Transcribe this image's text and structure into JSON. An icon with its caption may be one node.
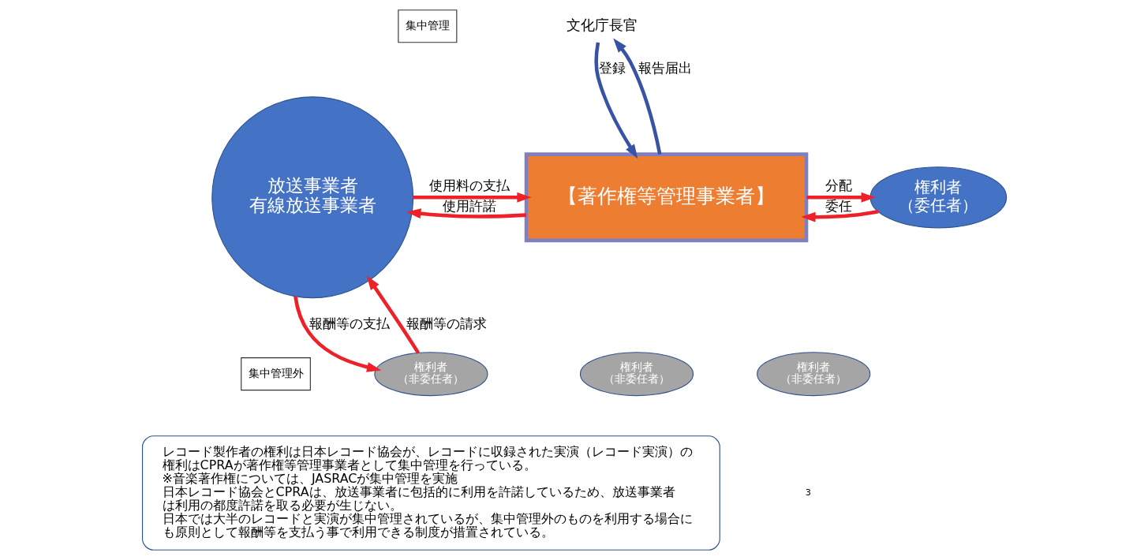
{
  "diagram": {
    "nodes": [
      {
        "text": [
          "集中管理"
        ]
      },
      {
        "text": [
          "文化庁長官"
        ]
      },
      {
        "text": [
          "【著作権等管理事業者】"
        ]
      },
      {
        "text": [
          "権利者",
          "（委任者）"
        ]
      },
      {
        "text": [
          "放送事業者",
          "有線放送事業者"
        ]
      },
      {
        "text": [
          "集中管理外"
        ]
      },
      {
        "text": [
          "権利者",
          "（非委任者）"
        ]
      },
      {
        "text": [
          "権利者",
          "（非委任者）"
        ]
      },
      {
        "text": [
          "権利者",
          "（非委任者）"
        ]
      },
      {
        "text": [
          "レコード製作者の権利は日本レコード協会が、レコードに収録された実演（レコード実演）の権利はCPRAが著作権等管理事業者として集中管理を行っている。",
          "※音楽著作権については、JASRACが集中管理を実施",
          "日本レコード協会とCPRAは、放送事業者に包括的に利用を許諾しているため、放送事業者は利用の都度許諾を取る必要が生じない。",
          "日本では大半のレコードと実演が集中管理されているが、集中管理外のものを利用する場合にも原則として報酬等を支払う事で利用できる制度が措置されている。"
        ]
      }
    ],
    "edges": [
      {
        "from": 1,
        "to": 2,
        "arrow": "to",
        "label": "登録",
        "color": "#3953a4"
      },
      {
        "from": 2,
        "to": 1,
        "arrow": "to",
        "label": "報告届出",
        "color": "#3953a4"
      },
      {
        "from": 4,
        "to": 2,
        "arrow": "to",
        "label": "使用料の支払"
      },
      {
        "from": 2,
        "to": 4,
        "arrow": "to",
        "label": "使用許諾"
      },
      {
        "from": 2,
        "to": 3,
        "arrow": "to",
        "label": "分配"
      },
      {
        "from": 3,
        "to": 2,
        "arrow": "to",
        "label": "委任"
      },
      {
        "from": 4,
        "to": 7,
        "arrow": "to",
        "label": "報酬等の支払"
      },
      {
        "from": 7,
        "to": 4,
        "arrow": "to",
        "label": "報酬等の請求"
      }
    ],
    "labels": [
      "3"
    ]
  }
}
